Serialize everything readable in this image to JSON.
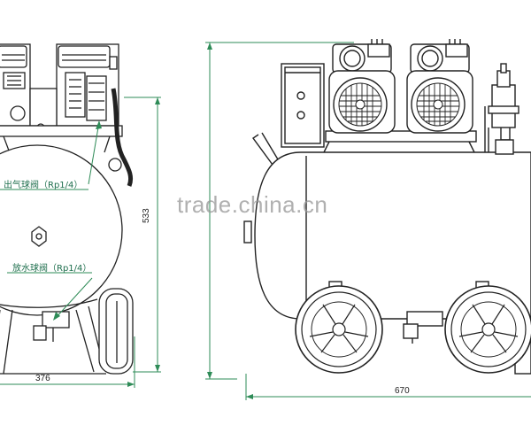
{
  "labels": {
    "outlet_valve": "出气球阀（Rp1/4）",
    "drain_valve": "放水球阀（Rp1/4）"
  },
  "dimensions": {
    "height": "533",
    "depth": "376",
    "length": "670"
  },
  "watermark": "trade.china.cn",
  "colors": {
    "line": "#222222",
    "leader": "#2e8b57",
    "dimension": "#2e8b57",
    "watermark": "#9a9a9a"
  }
}
